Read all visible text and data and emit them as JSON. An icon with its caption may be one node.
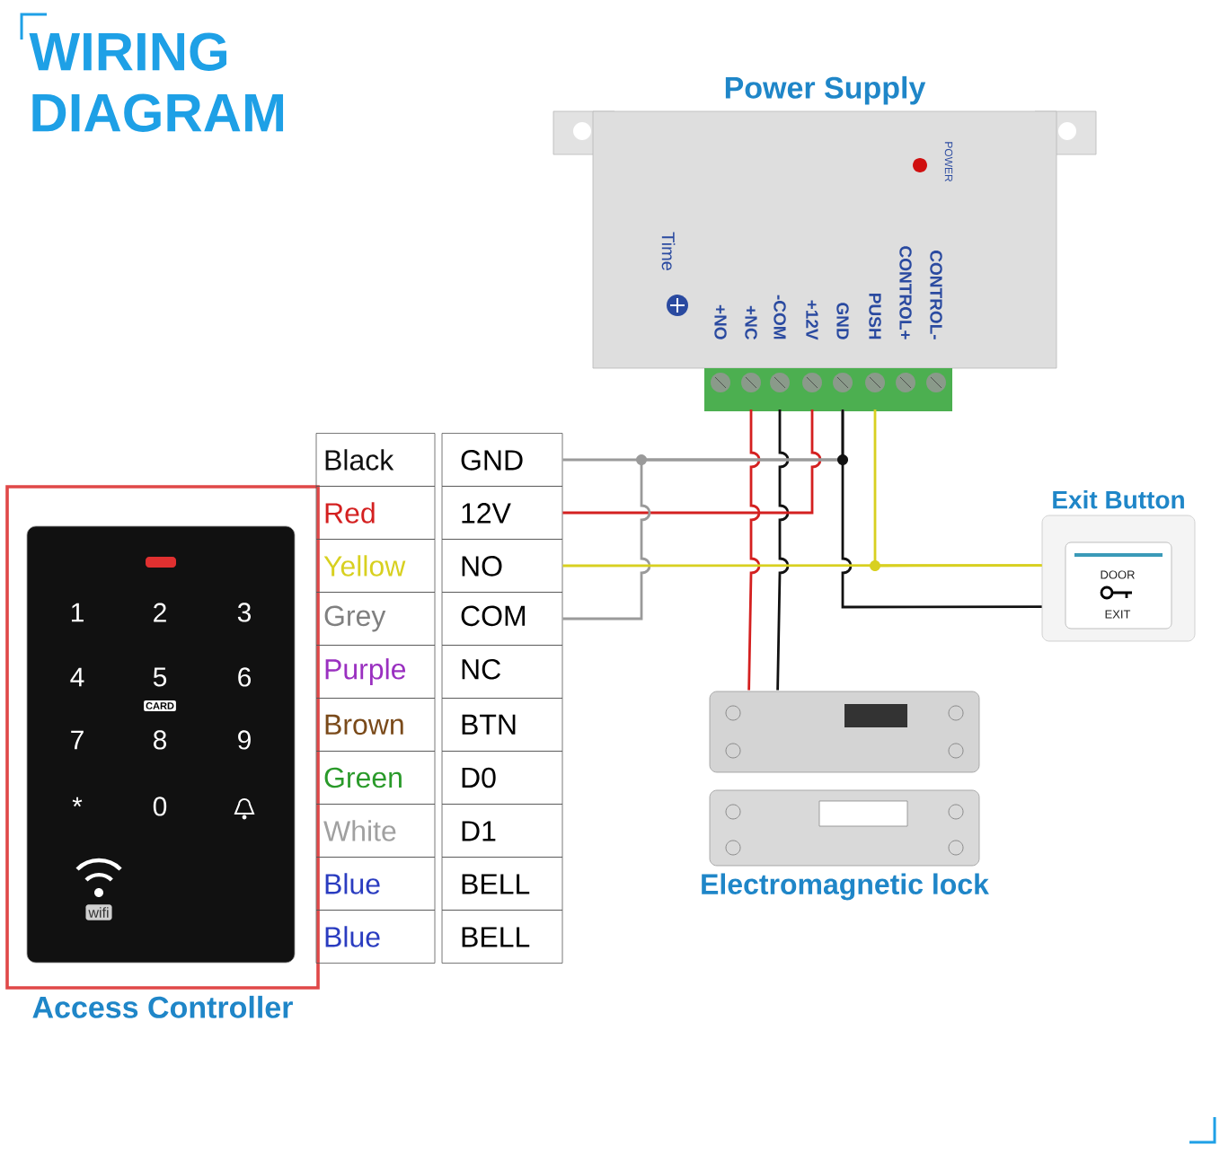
{
  "diagram": {
    "title": "WIRING DIAGRAM",
    "nodes": [
      {
        "text": [
          "Power Supply"
        ]
      },
      {
        "text": [
          "+NO"
        ],
        "in": 0
      },
      {
        "text": [
          "+NC"
        ],
        "in": 0
      },
      {
        "text": [
          "-COM"
        ],
        "in": 0
      },
      {
        "text": [
          "+12V"
        ],
        "in": 0
      },
      {
        "text": [
          "GND"
        ],
        "in": 0
      },
      {
        "text": [
          "PUSH"
        ],
        "in": 0
      },
      {
        "text": [
          "CONTROL+"
        ],
        "in": 0
      },
      {
        "text": [
          "CONTROL-"
        ],
        "in": 0
      },
      {
        "text": [
          "Access Controller"
        ]
      },
      {
        "text": [
          "Black",
          "GND"
        ]
      },
      {
        "text": [
          "Red",
          "12V"
        ]
      },
      {
        "text": [
          "Yellow",
          "NO"
        ]
      },
      {
        "text": [
          "Grey",
          "COM"
        ]
      },
      {
        "text": [
          "Purple",
          "NC"
        ]
      },
      {
        "text": [
          "Brown",
          "BTN"
        ]
      },
      {
        "text": [
          "Green",
          "D0"
        ]
      },
      {
        "text": [
          "White",
          "D1"
        ]
      },
      {
        "text": [
          "Blue",
          "BELL"
        ]
      },
      {
        "text": [
          "Blue",
          "BELL"
        ]
      },
      {
        "text": [
          "Exit Button"
        ]
      },
      {
        "text": [
          "Electromagnetic lock"
        ]
      }
    ],
    "edges": [
      {
        "from": 2,
        "to": 21,
        "arrow": "none",
        "color": "#d42020"
      },
      {
        "from": 3,
        "to": 21,
        "arrow": "none",
        "color": "#111111"
      },
      {
        "from": 4,
        "to": 11,
        "arrow": "none",
        "color": "#d42020"
      },
      {
        "from": 10,
        "to": 5,
        "arrow": "none",
        "color": "#9a9a9a"
      },
      {
        "from": 13,
        "to": 5,
        "arrow": "none",
        "color": "#9a9a9a"
      },
      {
        "from": 5,
        "to": 20,
        "arrow": "none",
        "color": "#111111"
      },
      {
        "from": 12,
        "to": 20,
        "arrow": "none",
        "color": "#d8d020"
      },
      {
        "from": 6,
        "to": 20,
        "arrow": "none",
        "color": "#d8d020"
      }
    ],
    "labels": [
      "POWER",
      "Time",
      "DOOR",
      "EXIT",
      "1",
      "2",
      "3",
      "4",
      "5",
      "6",
      "CARD",
      "7",
      "8",
      "9",
      "*",
      "0",
      "wifi"
    ]
  }
}
